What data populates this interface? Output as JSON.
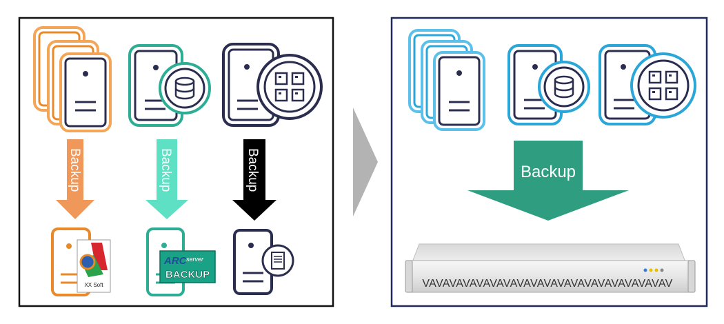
{
  "left_panel": {
    "arrows": [
      {
        "label": "Backup",
        "color": "#F0975A"
      },
      {
        "label": "Backup",
        "color": "#5DE0C4"
      },
      {
        "label": "Backup",
        "color": "#000000"
      }
    ],
    "vendor_logos": {
      "xx_soft": "XX Soft",
      "arc_brand": "ARC",
      "arc_server": "server",
      "arc_backup": "BACKUP"
    }
  },
  "right_panel": {
    "arrow_label": "Backup",
    "appliance_vents": "VAVAVAVAVAVAVAVAVAVAVAVAVAVAVAVAVAVAV"
  },
  "colors": {
    "orange": "#E8892A",
    "teal": "#2DAE94",
    "navy": "#2B2D4F",
    "blue": "#2AA6D8",
    "green_arrow": "#2F9E80",
    "gray_chevron": "#B3B3B3",
    "left_border": "#111111",
    "right_border": "#1F2A5A"
  },
  "icons": [
    "server-stack-icon",
    "database-server-icon",
    "storage-server-icon",
    "storage-device-icon",
    "appliance-icon",
    "chevron-right-icon"
  ]
}
